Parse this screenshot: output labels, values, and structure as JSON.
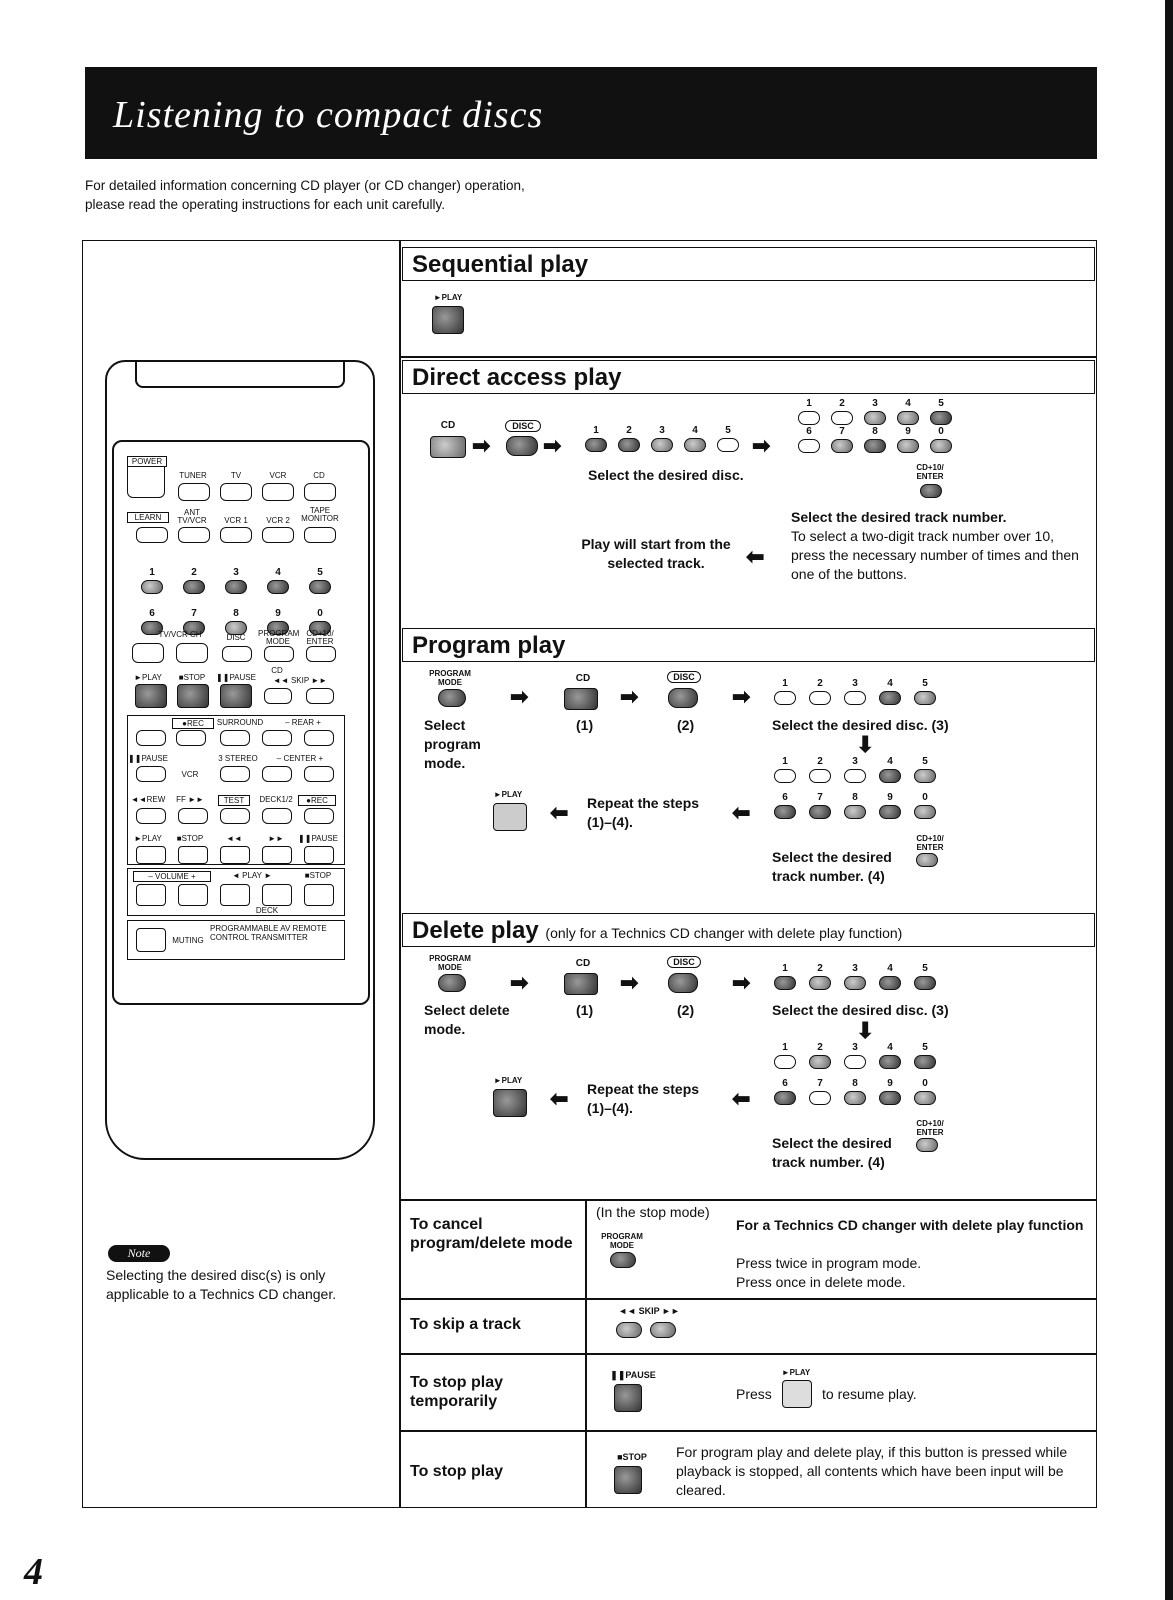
{
  "title": "Listening to compact discs",
  "intro": {
    "line1": "For detailed information concerning CD player (or CD changer) operation,",
    "line2": "please read the operating instructions for each unit carefully."
  },
  "remote": {
    "buttons_row1": [
      "POWER",
      "TUNER",
      "TV",
      "VCR",
      "CD"
    ],
    "buttons_row2": [
      "LEARN",
      "ANT TV/VCR",
      "VCR 1",
      "VCR 2",
      "TAPE MONITOR"
    ],
    "digits_row1": [
      "1",
      "2",
      "3",
      "4",
      "5"
    ],
    "digits_row2": [
      "6",
      "7",
      "8",
      "9",
      "0"
    ],
    "row_ch": [
      "TV/VCR CH",
      "DISC",
      "PROGRAM MODE",
      "CD+10/ ENTER"
    ],
    "row_play": [
      "►PLAY",
      "■STOP",
      "❚❚PAUSE",
      "CD",
      "◄◄ SKIP ►►"
    ],
    "vcr_labels": [
      "●REC",
      "SURROUND",
      "– REAR +",
      "❚❚PAUSE",
      "VCR",
      "3 STEREO",
      "– CENTER +"
    ],
    "deck_labels": [
      "◄◄REW",
      "FF ►►",
      "TEST",
      "DECK1/2",
      "●REC",
      "►PLAY",
      "■STOP",
      "◄◄",
      "►►",
      "❚❚PAUSE"
    ],
    "volume_labels": [
      "– VOLUME +",
      "◄ PLAY ►",
      "■STOP",
      "DECK"
    ],
    "muting": "MUTING",
    "caption": "PROGRAMMABLE AV REMOTE CONTROL TRANSMITTER"
  },
  "note": {
    "badge": "Note",
    "text": "Selecting the desired disc(s) is only applicable to a Technics CD changer."
  },
  "sequential": {
    "heading": "Sequential play",
    "play_label": "►PLAY"
  },
  "direct": {
    "heading": "Direct access play",
    "cd_label": "CD",
    "disc_label": "DISC",
    "select_disc": "Select the desired disc.",
    "select_track": "Select the desired track number.",
    "track_desc": "To select a two-digit track number over 10, press the necessary number of times and then one of the buttons.",
    "play_start": "Play will start from the selected track.",
    "enter_label": "CD+10/ ENTER"
  },
  "program": {
    "heading": "Program play",
    "mode_label": "PROGRAM MODE",
    "select_mode": "Select program mode.",
    "step1": "(1)",
    "step2": "(2)",
    "select_disc": "Select the desired disc. (3)",
    "repeat": "Repeat the steps (1)–(4).",
    "select_track": "Select the desired track number. (4)"
  },
  "delete": {
    "heading": "Delete play",
    "subheading": "(only for a Technics CD changer with delete play function)",
    "select_mode": "Select delete mode.",
    "select_disc": "Select the desired disc. (3)",
    "repeat": "Repeat the steps (1)–(4).",
    "select_track": "Select the desired track number. (4)"
  },
  "digits": [
    "1",
    "2",
    "3",
    "4",
    "5",
    "6",
    "7",
    "8",
    "9",
    "0"
  ],
  "table": {
    "cancel": {
      "label": "To cancel program/delete mode",
      "mode_note": "(In the stop mode)",
      "headline": "For a Technics CD changer with delete play function",
      "line1": "Press twice in program mode.",
      "line2": "Press once in delete mode."
    },
    "skip": {
      "label": "To skip a track",
      "btn": "◄◄ SKIP ►►"
    },
    "pause": {
      "label": "To stop play temporarily",
      "btn": "❚❚PAUSE",
      "press": "Press",
      "resume": "to resume play.",
      "play": "►PLAY"
    },
    "stop": {
      "label": "To stop play",
      "btn": "■STOP",
      "text": "For program play and delete play, if this button is pressed while playback is stopped, all contents which have been input will be cleared."
    }
  },
  "page_number": "4"
}
